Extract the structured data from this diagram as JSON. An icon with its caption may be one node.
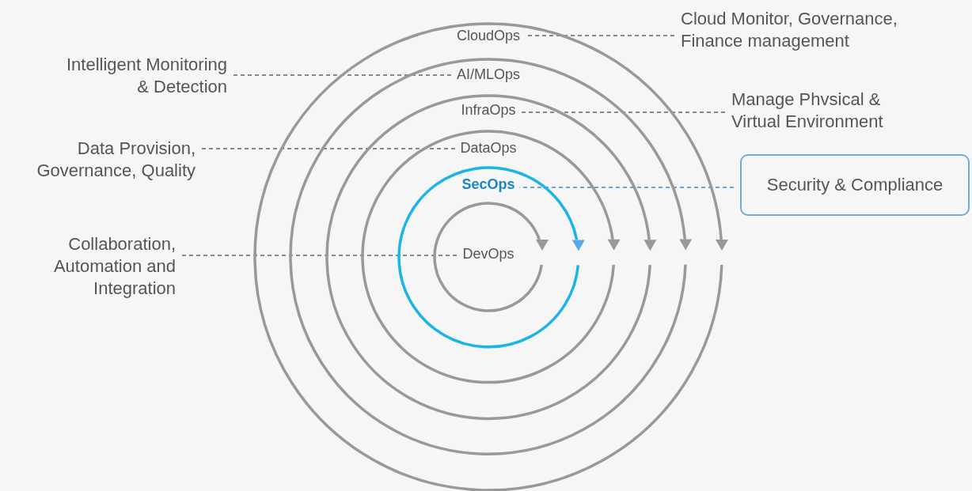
{
  "diagram": {
    "nodes": [
      {
        "text": [
          "CloudOps"
        ]
      },
      {
        "text": [
          "AI/MLOps"
        ],
        "in": 0
      },
      {
        "text": [
          "InfraOps"
        ],
        "in": 1
      },
      {
        "text": [
          "DataOps"
        ],
        "in": 2
      },
      {
        "text": [
          "SecOps"
        ],
        "in": 3
      },
      {
        "text": [
          "DevOps"
        ],
        "in": 4
      },
      {
        "text": [
          "Cloud Monitor, Governance, Finance management"
        ]
      },
      {
        "text": [
          "Intelligent Monitoring & Detection"
        ]
      },
      {
        "text": [
          "Manage Phvsical & Virtual Environment"
        ]
      },
      {
        "text": [
          "Data Provision, Governance, Quality"
        ]
      },
      {
        "text": [
          "Security & Compliance"
        ]
      },
      {
        "text": [
          "Collaboration, Automation and Integration"
        ]
      }
    ],
    "edges": [
      {
        "from": 6,
        "to": 0,
        "arrow": "none",
        "style": "dashed"
      },
      {
        "from": 7,
        "to": 1,
        "arrow": "none",
        "style": "dashed"
      },
      {
        "from": 8,
        "to": 2,
        "arrow": "none",
        "style": "dashed"
      },
      {
        "from": 9,
        "to": 3,
        "arrow": "none",
        "style": "dashed"
      },
      {
        "from": 10,
        "to": 4,
        "arrow": "none",
        "style": "dashed",
        "color": "#5aa9e6"
      },
      {
        "from": 11,
        "to": 5,
        "arrow": "none",
        "style": "dashed"
      }
    ]
  }
}
